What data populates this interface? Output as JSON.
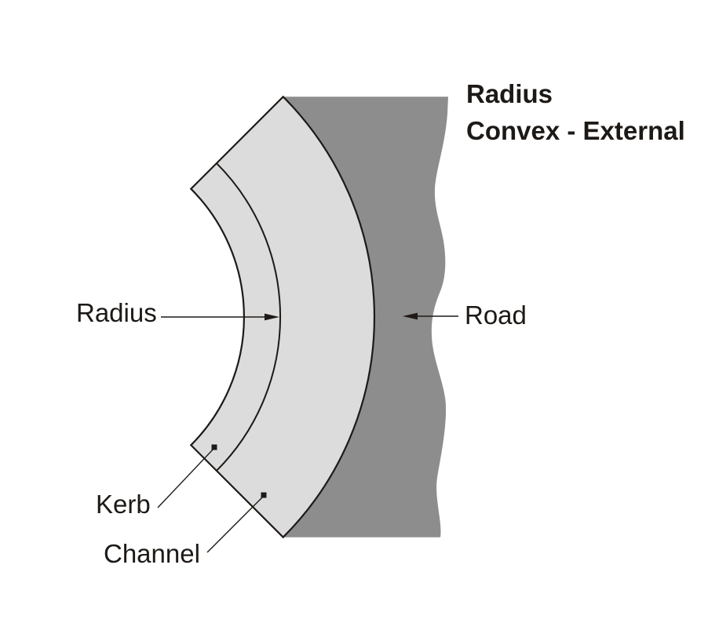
{
  "title": {
    "line1": "Radius",
    "line2": "Convex - External"
  },
  "labels": {
    "radius": "Radius",
    "road": "Road",
    "kerb": "Kerb",
    "channel": "Channel"
  },
  "colors": {
    "background": "#ffffff",
    "band_fill": "#dcdcdc",
    "road_fill": "#8d8d8d",
    "line": "#1f1a17",
    "text": "#1d1916"
  }
}
